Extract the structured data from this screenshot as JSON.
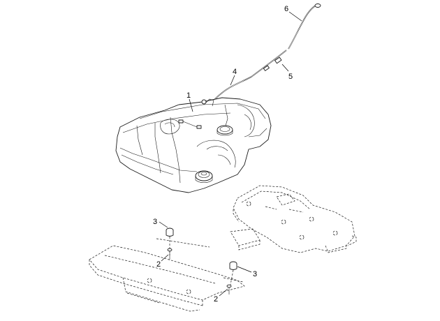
{
  "callouts": {
    "c1": "1",
    "c2a": "2",
    "c2b": "2",
    "c3a": "3",
    "c3b": "3",
    "c4": "4",
    "c5": "5",
    "c6": "6"
  },
  "parts": {
    "tank": "fuel-tank",
    "hose_long": "fuel-hose-assembly",
    "clamp": "hose-clamp",
    "vent_hose": "vent-hose",
    "bumper": "rubber-bumper",
    "bolt": "bolt",
    "plate": "mounting-plate",
    "bracket": "tank-support-bracket"
  }
}
